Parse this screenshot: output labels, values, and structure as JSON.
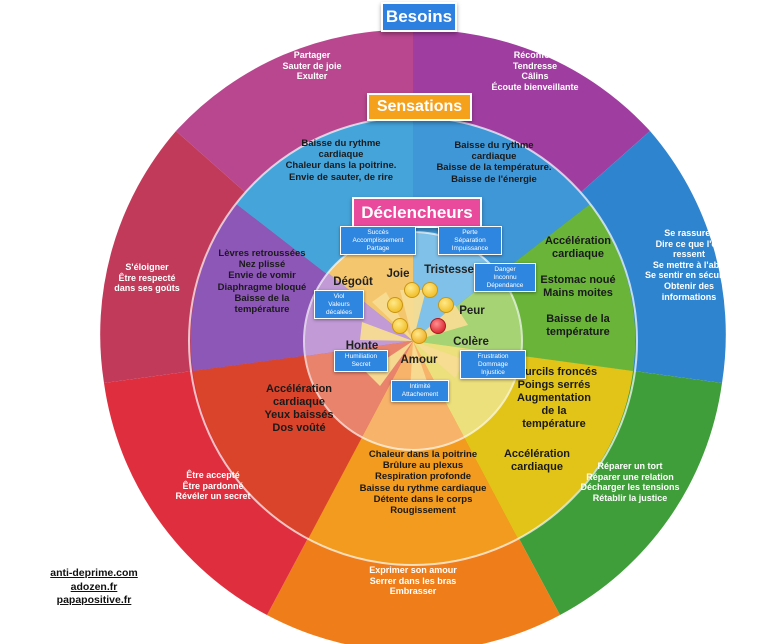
{
  "titles": {
    "besoins": "Besoins",
    "sensations": "Sensations",
    "declencheurs": "Déclencheurs"
  },
  "colors": {
    "title_blue": "#2d7fe0",
    "title_orange": "#f5a11c",
    "title_pink": "#e94a9c",
    "trigger_blue": "#2f86e0",
    "joie": "#b8478f",
    "tristesse": "#3a97d6",
    "peur": "#45a73e",
    "colere": "#d9c117",
    "amour": "#ef7d1a",
    "honte": "#d4342b",
    "degout": "#8d4fb3"
  },
  "besoins": {
    "joie": "Partager\nSauter de joie\nExulter",
    "tristesse": "Réconfort\nTendresse\nCâlins\nÉcoute bienveillante",
    "peur": "Se rassurer\nDire ce que l'on\nressent\nSe mettre à l'abri\nSe sentir en sécurité\nObtenir des\ninformations",
    "colere": "Réparer un tort\nRéparer une relation\nDécharger les tensions\nRétablir la justice",
    "amour": "Exprimer son amour\nSerrer dans les bras\nEmbrasser",
    "honte": "Être accepté\nÊtre pardonné\nRévéler un secret",
    "degout": "S'éloigner\nÊtre respecté\ndans ses goûts"
  },
  "sensations": {
    "joie": "Baisse du rythme\ncardiaque\nChaleur dans la poitrine.\nEnvie de sauter, de rire",
    "tristesse": "Baisse du rythme\ncardiaque\nBaisse de la température.\nBaisse de l'énergie",
    "peur": "Accélération\ncardiaque\n\nEstomac noué\nMains moites\n\nBaisse de la\ntempérature",
    "colere_1": "Sourcils froncés\nPoings serrés\nAugmentation\nde la\ntempérature",
    "colere_2": "Accélération\ncardiaque",
    "amour": "Chaleur dans la poitrine\nBrûlure au plexus\nRespiration profonde\nBaisse du rythme cardiaque\nDétente dans le corps\nRougissement",
    "honte": "Accélération\ncardiaque\nYeux baissés\nDos voûté",
    "degout": "Lèvres retroussées\nNez plissé\nEnvie de vomir\nDiaphragme bloqué\nBaisse de la\ntempérature"
  },
  "emotions": {
    "joie": "Joie",
    "tristesse": "Tristesse",
    "peur": "Peur",
    "colere": "Colère",
    "amour": "Amour",
    "honte": "Honte",
    "degout": "Dégoût"
  },
  "declencheurs": {
    "joie": "Succès\nAccomplissement\nPartage",
    "tristesse": "Perte\nSéparation\nImpuissance",
    "peur": "Danger\nInconnu\nDépendance",
    "colere": "Frustration\nDommage\nInjustice",
    "amour": "Intimité\nAttachement",
    "honte": "Humiliation\nSecret",
    "degout": "Viol\nValeurs\ndécalées"
  },
  "sources": [
    "anti-deprime.com",
    "adozen.fr",
    "papapositive.fr"
  ]
}
